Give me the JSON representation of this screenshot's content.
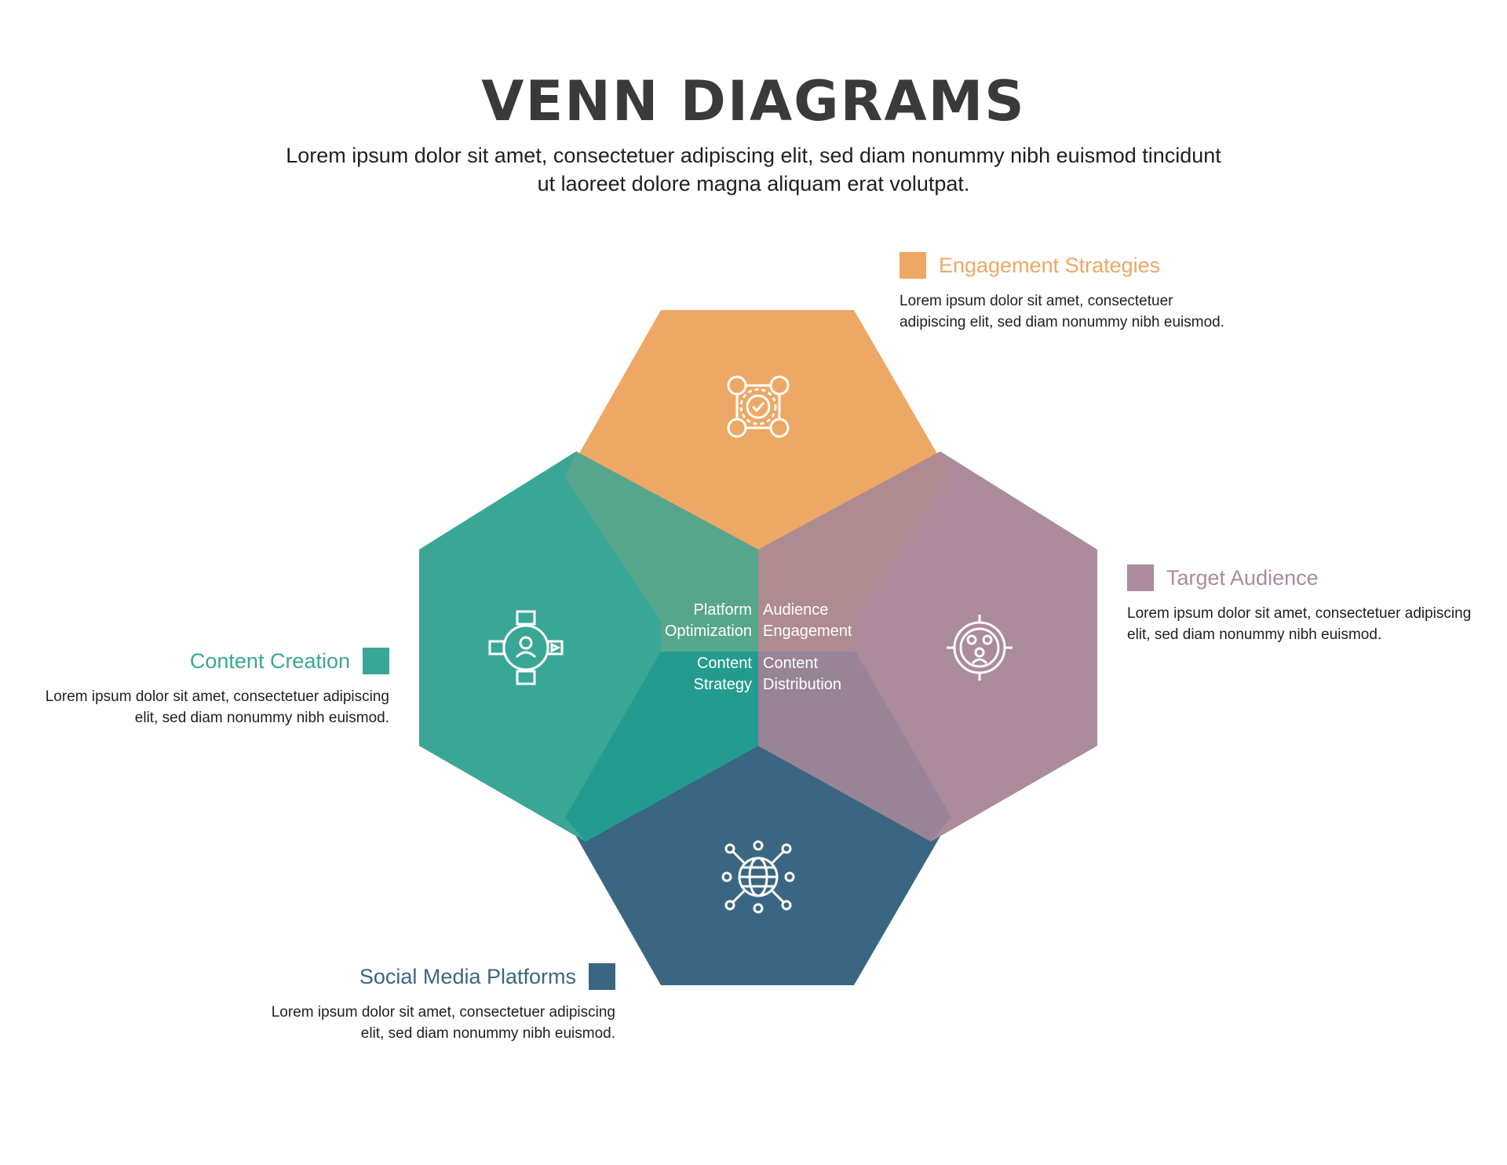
{
  "title": "VENN DIAGRAMS",
  "subtitle": "Lorem ipsum dolor sit amet, consectetuer adipiscing elit, sed diam nonummy nibh euismod tincidunt ut laoreet dolore magna aliquam erat volutpat.",
  "sets": {
    "engagement": {
      "label": "Engagement Strategies",
      "description": "Lorem ipsum dolor sit amet, consectetuer adipiscing elit, sed diam nonummy nibh euismod.",
      "color": "#eda866",
      "icon": "network-check-icon"
    },
    "audience": {
      "label": "Target Audience",
      "description": "Lorem ipsum dolor sit amet, consectetuer adipiscing elit, sed diam nonummy nibh euismod.",
      "color": "#ab8b9c",
      "icon": "target-group-icon"
    },
    "content": {
      "label": "Content Creation",
      "description": "Lorem ipsum dolor sit amet, consectetuer adipiscing elit, sed diam nonummy nibh euismod.",
      "color": "#3aa796",
      "icon": "content-hub-icon"
    },
    "social": {
      "label": "Social Media Platforms",
      "description": "Lorem ipsum dolor sit amet, consectetuer adipiscing elit, sed diam nonummy nibh euismod.",
      "color": "#3a6682",
      "icon": "globe-network-icon"
    }
  },
  "overlaps": {
    "platform_optimization": "Platform Optimization",
    "audience_engagement": "Audience Engagement",
    "content_strategy": "Content Strategy",
    "content_distribution": "Content Distribution"
  },
  "overlap_colors": {
    "engagement_content": "#56a68c",
    "engagement_audience": "#ae8b91",
    "content_social": "#239c8f",
    "audience_social": "#998396"
  }
}
